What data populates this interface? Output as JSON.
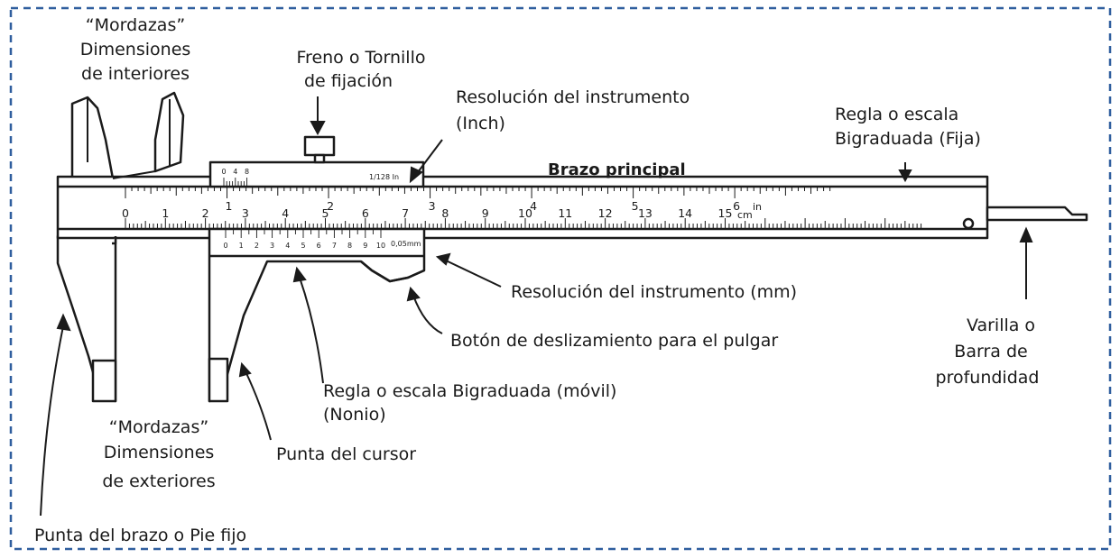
{
  "border_color": "#2f5e9e",
  "ink_color": "#1a1a1a",
  "labels": {
    "mordazas_int": [
      "“Mordazas”",
      "Dimensiones",
      "de interiores"
    ],
    "freno": [
      "Freno o Tornillo",
      "de fijación"
    ],
    "res_inch": [
      "Resolución del instrumento",
      "(Inch)"
    ],
    "regla_fija": [
      "Regla o escala",
      "Bigraduada (Fija)"
    ],
    "brazo_principal": "Brazo principal",
    "res_mm": "Resolución del instrumento (mm)",
    "boton": "Botón de deslizamiento para el pulgar",
    "regla_movil": [
      "Regla o escala Bigraduada (móvil)",
      "(Nonio)"
    ],
    "punta_cursor": "Punta del cursor",
    "mordazas_ext": [
      "“Mordazas”",
      "Dimensiones",
      "de exteriores"
    ],
    "punta_brazo": "Punta del brazo o Pie fijo",
    "varilla": [
      "Varilla o",
      "Barra de",
      "profundidad"
    ]
  },
  "scales": {
    "cm_numbers": [
      "0",
      "1",
      "2",
      "3",
      "4",
      "5",
      "6",
      "7",
      "8",
      "9",
      "10",
      "11",
      "12",
      "13",
      "14",
      "15"
    ],
    "cm_unit": "cm",
    "inch_numbers": [
      "1",
      "2",
      "3",
      "4",
      "5",
      "6"
    ],
    "inch_unit": "in",
    "vernier_inch_numbers": [
      "0",
      "4",
      "8"
    ],
    "vernier_inch_resolution": "1/128 In",
    "vernier_mm_numbers": [
      "0",
      "1",
      "2",
      "3",
      "4",
      "5",
      "6",
      "7",
      "8",
      "9",
      "10"
    ],
    "vernier_mm_resolution": "0,05mm"
  }
}
